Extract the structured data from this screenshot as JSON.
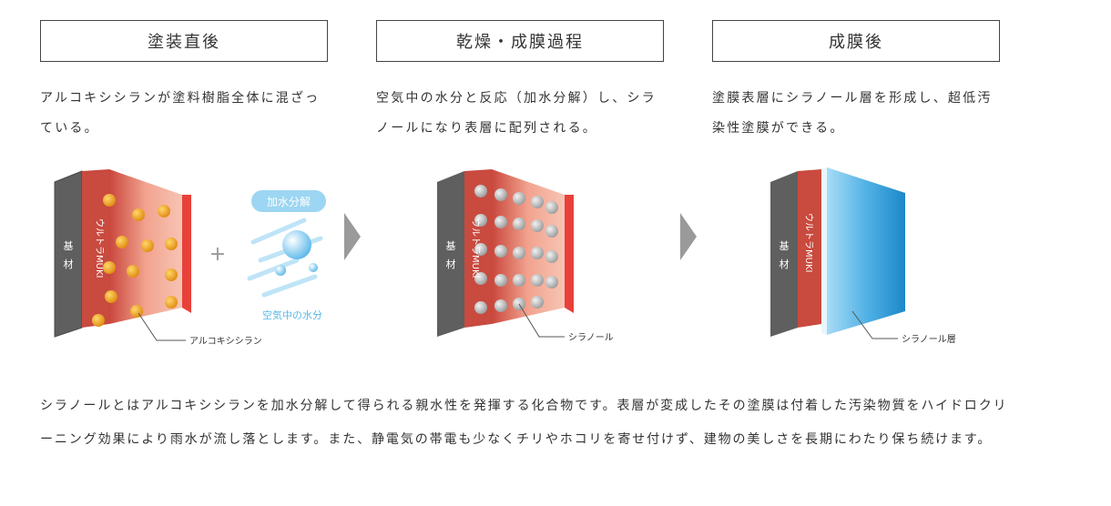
{
  "steps": [
    {
      "title": "塗装直後",
      "description": "アルコキシシランが塗料樹脂全体に混ざっている。",
      "base_label": [
        "基",
        "材"
      ],
      "coating_label": "ウルトラMUKI",
      "callout": "アルコキシシラン",
      "plus": "+",
      "hydrolysis_badge": "加水分解",
      "moisture_label": "空気中の水分"
    },
    {
      "title": "乾燥・成膜過程",
      "description": "空気中の水分と反応（加水分解）し、シラノールになり表層に配列される。",
      "base_label": [
        "基",
        "材"
      ],
      "coating_label": "ウルトラMUKI",
      "callout": "シラノール"
    },
    {
      "title": "成膜後",
      "description": "塗膜表層にシラノール層を形成し、超低汚染性塗膜ができる。",
      "base_label": [
        "基",
        "材"
      ],
      "coating_label": "ウルトラMUKI",
      "callout": "シラノール層"
    }
  ],
  "summary": "シラノールとはアルコキシシランを加水分解して得られる親水性を発揮する化合物です。表層が変成したその塗膜は付着した汚染物質をハイドロクリーニング効果により雨水が流し落とします。また、静電気の帯電も少なくチリやホコリを寄せ付けず、建物の美しさを長期にわたり保ち続けます。",
  "colors": {
    "base_gray": "#6e6e6e",
    "coating_red": "#e8413a",
    "coating_pink": "#f6b8a6",
    "silane_orange": "#f0a020",
    "silanol_gray": "#b0b0b0",
    "film_blue": "#3aa0dc",
    "water_blue": "#6ec6ee",
    "arrow_gray": "#9a9a9a"
  }
}
